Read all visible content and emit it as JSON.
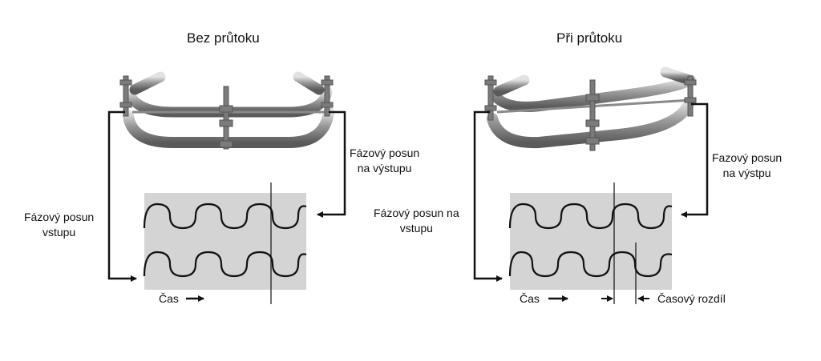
{
  "left": {
    "title": "Bez průtoku",
    "label_output_1": "Fázový posun",
    "label_output_2": "na výstupu",
    "label_input_1": "Fázový posun",
    "label_input_2": "vstupu",
    "time_label": "Čas"
  },
  "right": {
    "title": "Při průtoku",
    "label_output_1": "Fazový posun",
    "label_output_2": "na výstpu",
    "label_input_1": "Fázový posun na",
    "label_input_2": "vstupu",
    "time_label": "Čas",
    "diff_label": "Časový rozdíl"
  },
  "colors": {
    "panel_fill": "#d4d4d4",
    "wave": "#111111",
    "tube": "#8f8f8f"
  }
}
